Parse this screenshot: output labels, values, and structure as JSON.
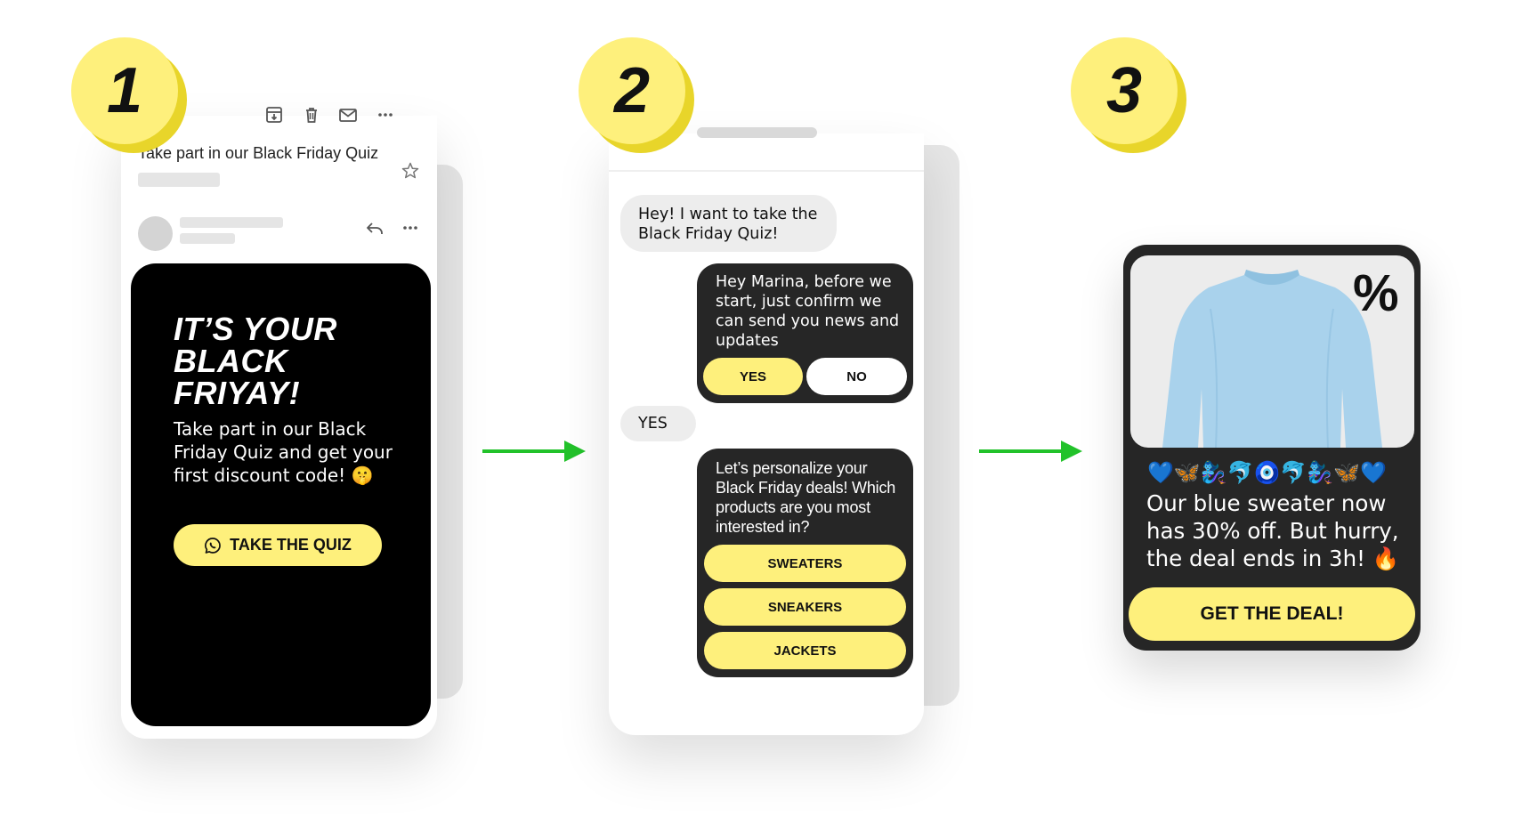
{
  "steps": [
    "1",
    "2",
    "3"
  ],
  "email": {
    "subject": "Take part in our Black Friday Quiz",
    "toolbar_icons": [
      "archive-icon",
      "trash-icon",
      "mail-icon",
      "more-icon"
    ],
    "headline": [
      "IT’S YOUR",
      "BLACK",
      "FRIYAY!"
    ],
    "body": "Take part in our Black Friday Quiz and get your first discount code! 🤫",
    "cta": "TAKE THE QUIZ",
    "cta_icon": "whatsapp-icon"
  },
  "chat": {
    "user_message_1": "Hey! I want to take the Black Friday Quiz!",
    "bot_message_1": "Hey Marina, before we start, just confirm we can send you news and updates",
    "option_yes": "YES",
    "option_no": "NO",
    "user_message_2": "YES",
    "bot_message_2": "Let’s personalize your Black Friday deals! Which products are you most interested in?",
    "product_options": [
      "SWEATERS",
      "SNEAKERS",
      "JACKETS"
    ]
  },
  "offer": {
    "badge": "%",
    "emojis": "💙🦋🧞‍♀️🐬🧿🐬🧞‍♀️🦋💙",
    "text": "Our blue sweater now has 30% off. But hurry, the deal ends in 3h! 🔥",
    "cta": "GET THE DEAL!"
  },
  "colors": {
    "yellow": "#fef07c",
    "dark": "#262626",
    "arrow_green": "#22c22a"
  }
}
